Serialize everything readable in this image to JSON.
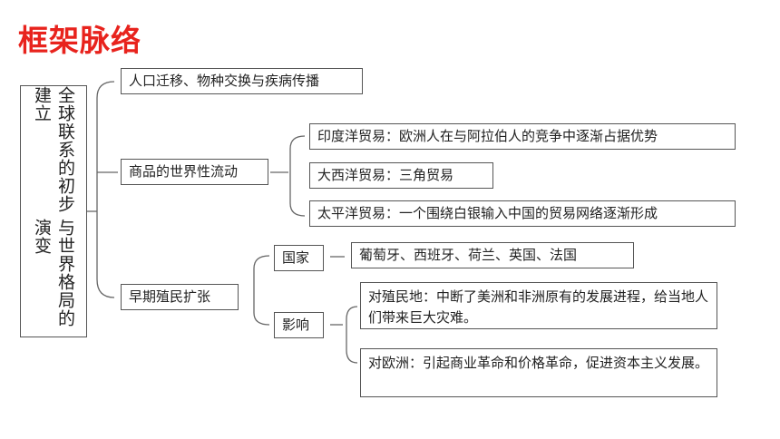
{
  "title": "框架脉络",
  "root": {
    "line1": "全球联系的初步建立",
    "line2": "与世界格局的演变"
  },
  "level1": {
    "migration": "人口迁移、物种交换与疾病传播",
    "commodity": "商品的世界性流动",
    "colonial": "早期殖民扩张"
  },
  "trade": {
    "indian": "印度洋贸易：欧洲人在与阿拉伯人的竞争中逐渐占据优势",
    "atlantic": "大西洋贸易：三角贸易",
    "pacific": "太平洋贸易：一个围绕白银输入中国的贸易网络逐渐形成"
  },
  "colonial_detail": {
    "country_label": "国家",
    "countries": "葡萄牙、西班牙、荷兰、英国、法国",
    "impact_label": "影响",
    "impact_colony": "对殖民地：中断了美洲和非洲原有的发展进程，给当地人们带来巨大灾难。",
    "impact_europe": "对欧洲：引起商业革命和价格革命，促进资本主义发展。"
  }
}
